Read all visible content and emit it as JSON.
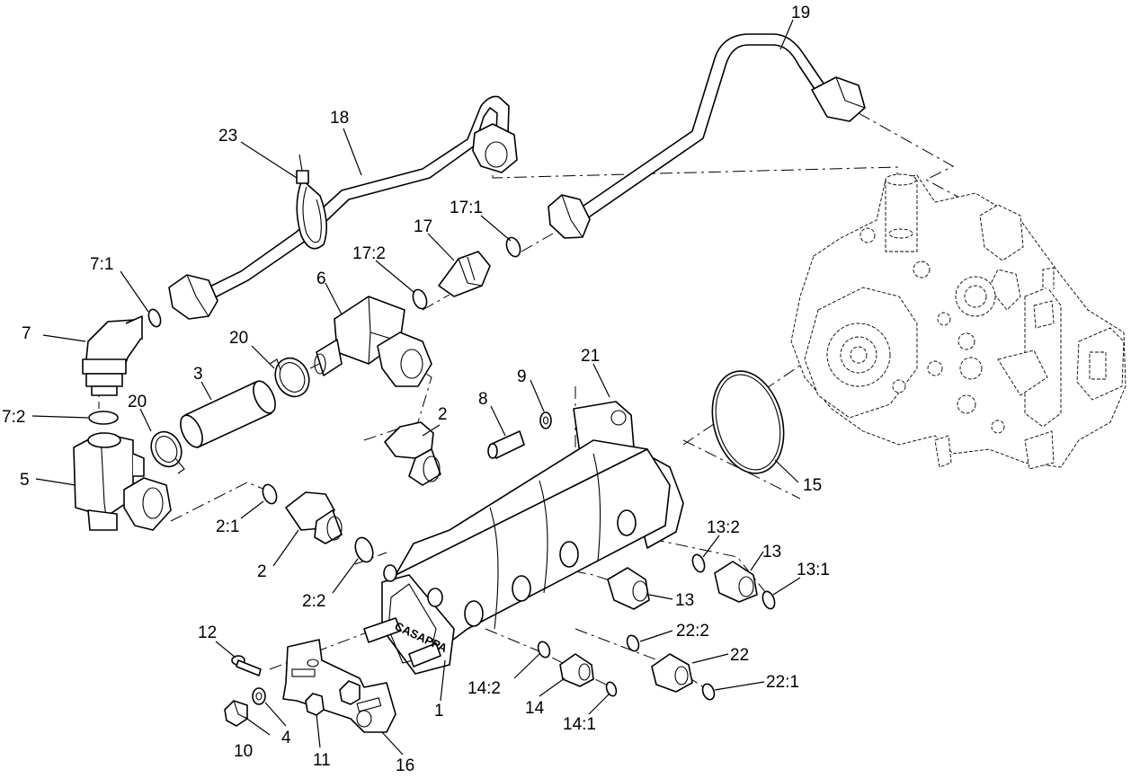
{
  "diagram": {
    "pump_brand": "CASAPPA",
    "callouts": [
      {
        "key": "c19",
        "text": "19"
      },
      {
        "key": "c18",
        "text": "18"
      },
      {
        "key": "c23",
        "text": "23"
      },
      {
        "key": "c17_1",
        "text": "17:1"
      },
      {
        "key": "c17",
        "text": "17"
      },
      {
        "key": "c17_2",
        "text": "17:2"
      },
      {
        "key": "c6",
        "text": "6"
      },
      {
        "key": "c7_1",
        "text": "7:1"
      },
      {
        "key": "c7",
        "text": "7"
      },
      {
        "key": "c20a",
        "text": "20"
      },
      {
        "key": "c3",
        "text": "3"
      },
      {
        "key": "c7_2",
        "text": "7:2"
      },
      {
        "key": "c20b",
        "text": "20"
      },
      {
        "key": "c5",
        "text": "5"
      },
      {
        "key": "c21",
        "text": "21"
      },
      {
        "key": "c9",
        "text": "9"
      },
      {
        "key": "c8",
        "text": "8"
      },
      {
        "key": "c2a",
        "text": "2"
      },
      {
        "key": "c15",
        "text": "15"
      },
      {
        "key": "c2_1",
        "text": "2:1"
      },
      {
        "key": "c2b",
        "text": "2"
      },
      {
        "key": "c2_2",
        "text": "2:2"
      },
      {
        "key": "c13_2",
        "text": "13:2"
      },
      {
        "key": "c13a",
        "text": "13"
      },
      {
        "key": "c13_1",
        "text": "13:1"
      },
      {
        "key": "c13b",
        "text": "13"
      },
      {
        "key": "c12",
        "text": "12"
      },
      {
        "key": "c22_2",
        "text": "22:2"
      },
      {
        "key": "c22",
        "text": "22"
      },
      {
        "key": "c22_1",
        "text": "22:1"
      },
      {
        "key": "c14_2",
        "text": "14:2"
      },
      {
        "key": "c14",
        "text": "14"
      },
      {
        "key": "c14_1",
        "text": "14:1"
      },
      {
        "key": "c1",
        "text": "1"
      },
      {
        "key": "c10",
        "text": "10"
      },
      {
        "key": "c4",
        "text": "4"
      },
      {
        "key": "c11",
        "text": "11"
      },
      {
        "key": "c16",
        "text": "16"
      }
    ]
  }
}
